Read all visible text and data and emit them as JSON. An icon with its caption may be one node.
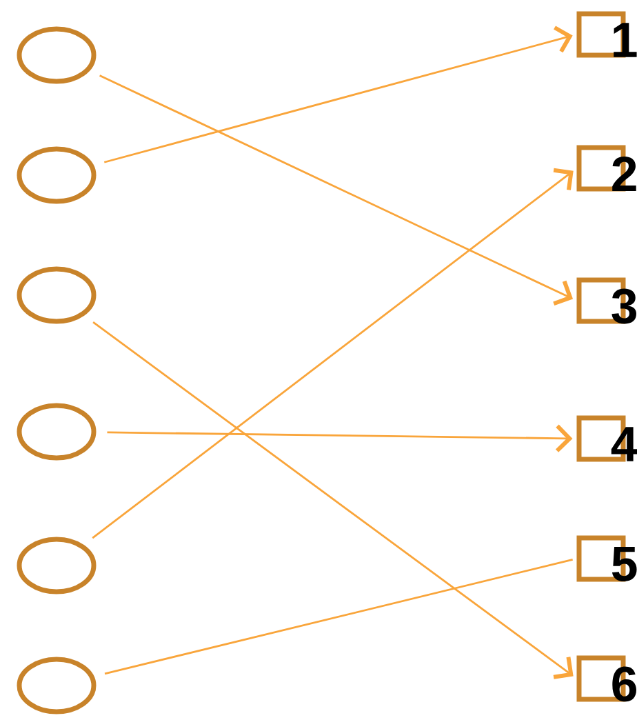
{
  "diagram": {
    "nodes": [
      {
        "text": [],
        "shape": "circle"
      },
      {
        "text": [],
        "shape": "circle"
      },
      {
        "text": [],
        "shape": "circle"
      },
      {
        "text": [],
        "shape": "circle"
      },
      {
        "text": [],
        "shape": "circle"
      },
      {
        "text": [],
        "shape": "circle"
      },
      {
        "text": [
          "1"
        ]
      },
      {
        "text": [
          "2"
        ]
      },
      {
        "text": [
          "3"
        ]
      },
      {
        "text": [
          "4"
        ]
      },
      {
        "text": [
          "5"
        ]
      },
      {
        "text": [
          "6"
        ]
      }
    ],
    "edges": [
      {
        "from": 0,
        "to": 8,
        "arrow": "to"
      },
      {
        "from": 1,
        "to": 6,
        "arrow": "to"
      },
      {
        "from": 2,
        "to": 11,
        "arrow": "to"
      },
      {
        "from": 3,
        "to": 9,
        "arrow": "to"
      },
      {
        "from": 4,
        "to": 7,
        "arrow": "to"
      },
      {
        "from": 5,
        "to": 10,
        "arrow": "none"
      }
    ]
  }
}
